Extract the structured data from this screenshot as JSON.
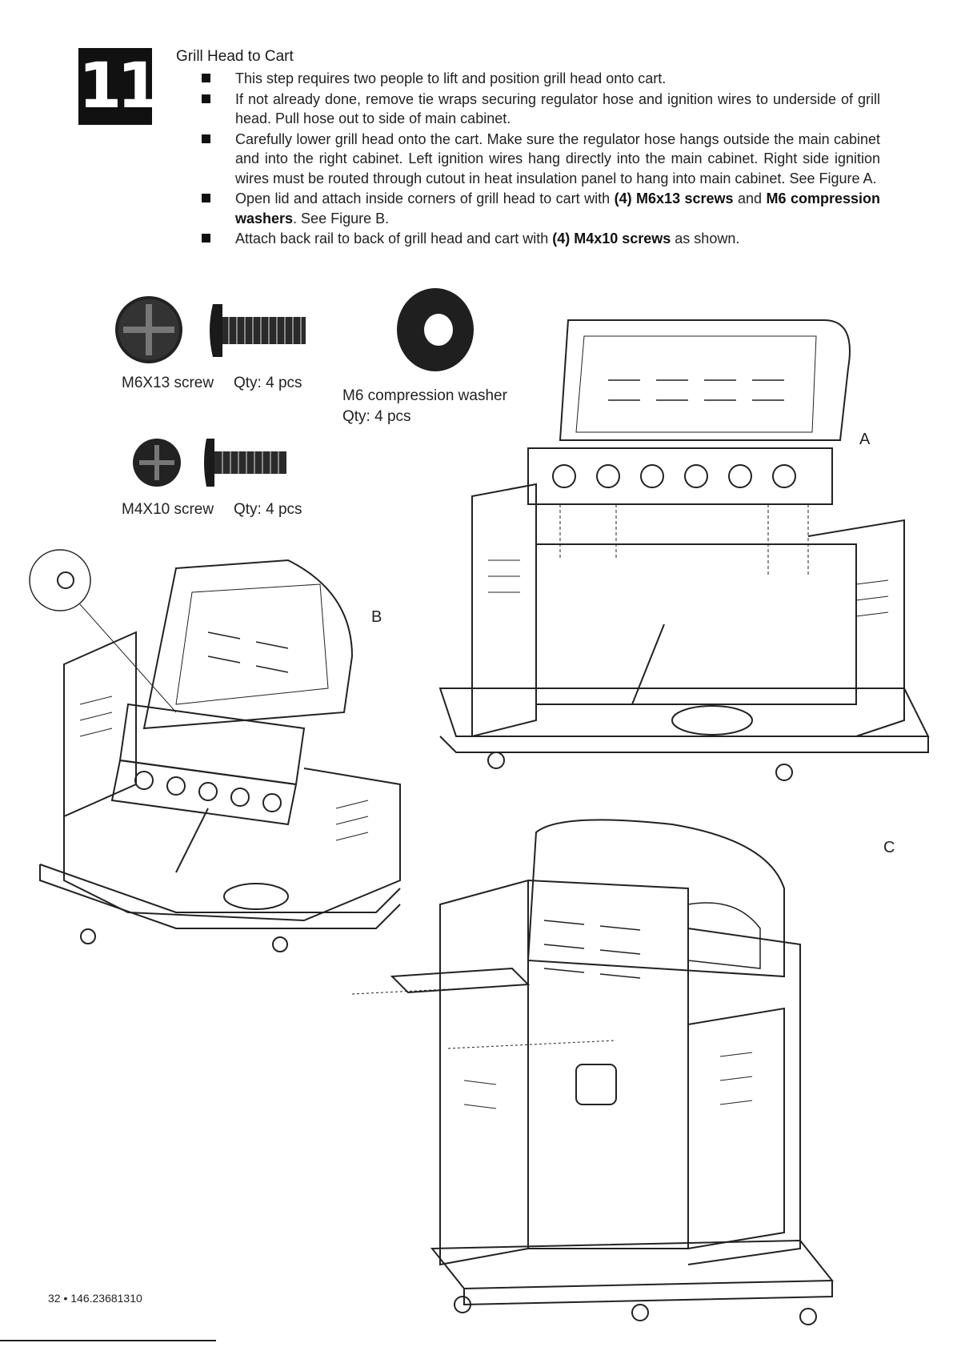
{
  "step": {
    "number": "11",
    "title": "Grill Head to Cart"
  },
  "instructions": [
    {
      "text": "This step requires two people to lift and position grill head onto cart."
    },
    {
      "text": "If not already done, remove tie wraps securing regulator hose and ignition wires to underside of grill head. Pull hose out to side of main cabinet."
    },
    {
      "text": "Carefully lower grill head onto the cart. Make sure the regulator hose hangs outside the main cabinet and into the right cabinet. Left ignition wires hang directly into the main cabinet. Right side ignition wires must be routed through cutout in heat insulation panel to hang into main cabinet. See Figure A."
    },
    {
      "pre": "Open lid and attach inside corners of grill head to cart with ",
      "bold1": "(4) M6x13 screws",
      "mid": " and ",
      "bold2": "M6 compression washers",
      "post": ". See Figure B."
    },
    {
      "pre": "Attach back rail to back of grill head and cart with ",
      "bold1": "(4) M4x10 screws",
      "post": " as shown."
    }
  ],
  "parts": [
    {
      "name": "M6X13 screw",
      "qty": "Qty: 4 pcs"
    },
    {
      "name": "M4X10 screw",
      "qty": "Qty: 4 pcs"
    },
    {
      "name": "M6 compression washer",
      "qty": "Qty: 4 pcs"
    }
  ],
  "figures": {
    "a": "A",
    "b": "B",
    "c": "C"
  },
  "footer": {
    "page": "32 • 146.23681310"
  }
}
